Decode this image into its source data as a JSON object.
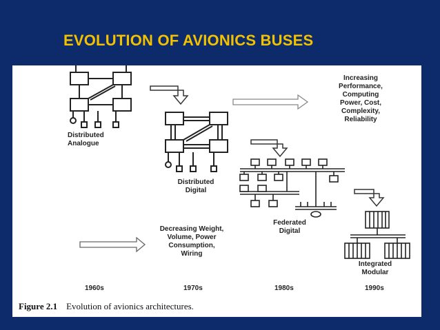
{
  "slide": {
    "title": "EVOLUTION OF AVIONICS BUSES"
  },
  "figure": {
    "stages": [
      {
        "label": "Distributed\nAnalogue",
        "decade": "1960s"
      },
      {
        "label": "Distributed\nDigital",
        "decade": "1970s"
      },
      {
        "label": "Federated\nDigital",
        "decade": "1980s"
      },
      {
        "label": "Integrated\nModular",
        "decade": "1990s"
      }
    ],
    "increasing_label": "Increasing\nPerformance,\nComputing\nPower, Cost,\nComplexity,\nReliability",
    "decreasing_label": "Decreasing Weight,\nVolume, Power\nConsumption,\nWiring",
    "caption_number": "Figure 2.1",
    "caption_text": "Evolution of avionics architectures."
  }
}
